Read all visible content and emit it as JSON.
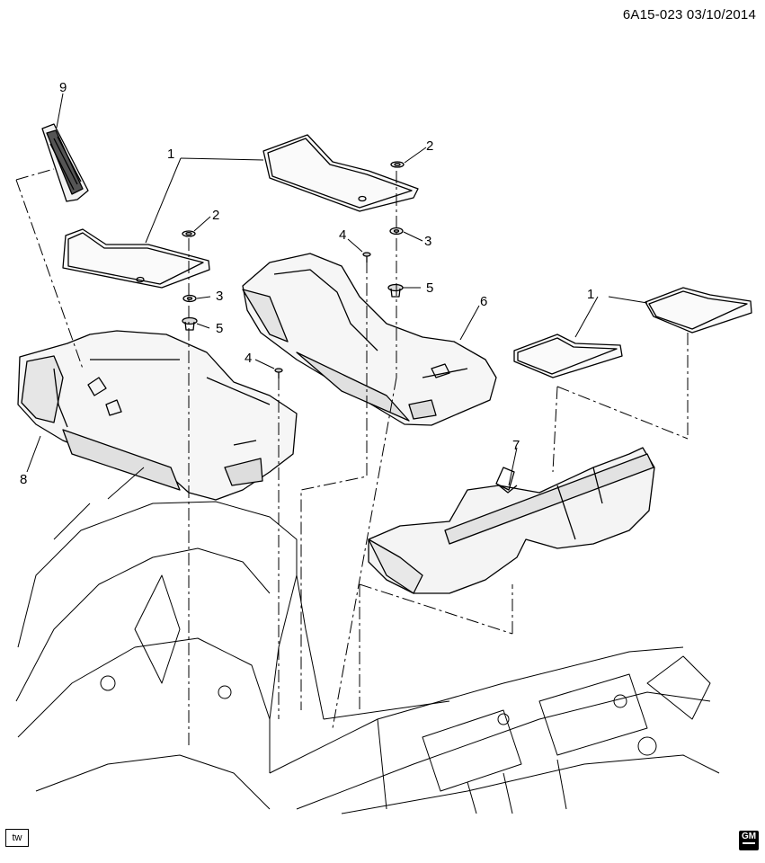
{
  "header": {
    "diagram_id": "6A15-023",
    "date": "03/10/2014"
  },
  "callouts": [
    "1",
    "2",
    "3",
    "4",
    "5",
    "6",
    "7",
    "8",
    "9"
  ],
  "footer": {
    "tw_label": "tw",
    "logo_text": "GM",
    "logo_icon": "gm-logo-icon"
  }
}
